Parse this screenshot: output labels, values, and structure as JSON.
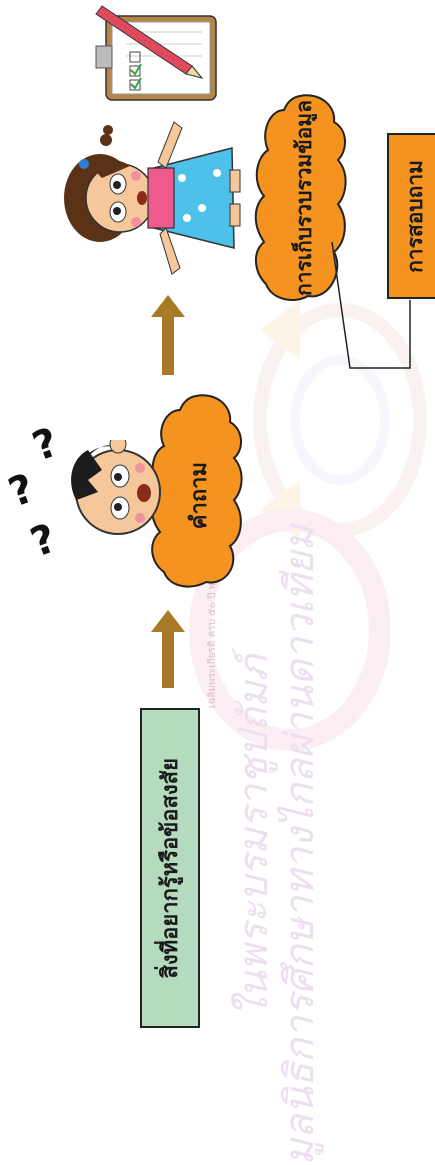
{
  "labels": {
    "curiosity": "สิ่งที่อยากรู้หรือข้อสงสัย",
    "question": "คำถาม",
    "data_collection": "การเก็บรวบรวมข้อมูล",
    "survey": "การสอบถาม"
  },
  "question_marks": [
    "?",
    "?",
    "?"
  ],
  "watermark": {
    "line1": "มูลนิธิการศึกษาทางไกลผ่านดาวเทียม",
    "line2": "ในพระบรมราชูปถัมภ์",
    "seal_text": "เฉลิมพระเกียรติ ครบ ๕๐ ปี พุทธศักราช"
  },
  "colors": {
    "green_box": "#b5dbbf",
    "orange": "#f4931f",
    "arrow": "#a87926",
    "watermark": "#d9c7e3"
  }
}
